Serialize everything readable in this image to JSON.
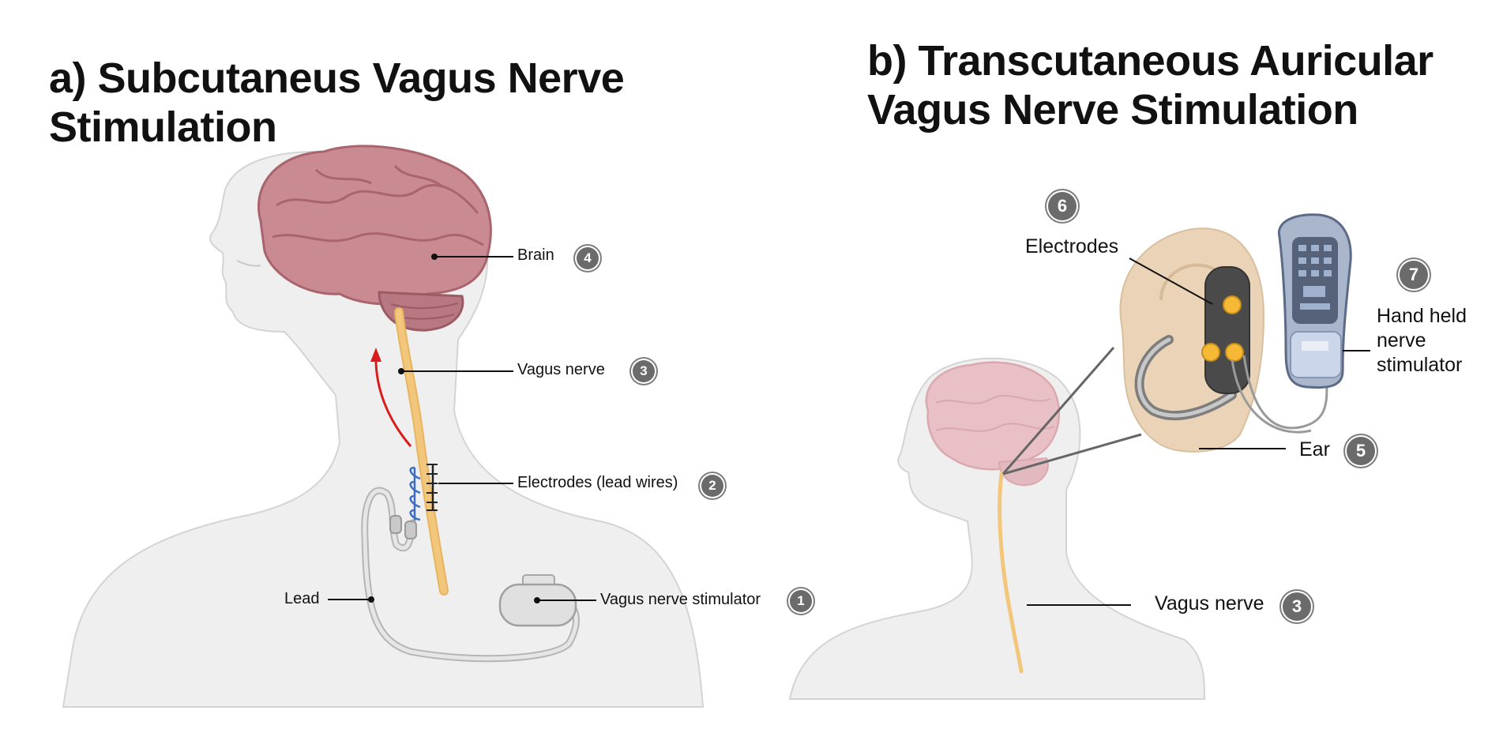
{
  "panel_a": {
    "title": "a) Subcutaneus Vagus Nerve Stimulation",
    "labels": {
      "brain": "Brain",
      "brain_num": "4",
      "vagus": "Vagus nerve",
      "vagus_num": "3",
      "electrodes": "Electrodes (lead wires)",
      "electrodes_num": "2",
      "lead": "Lead",
      "stimulator": "Vagus nerve stimulator",
      "stimulator_num": "1"
    }
  },
  "panel_b": {
    "title": "b) Transcutaneous Auricular Vagus Nerve Stimulation",
    "labels": {
      "electrodes": "Electrodes",
      "electrodes_num": "6",
      "handheld_1": "Hand held",
      "handheld_2": "nerve",
      "handheld_3": "stimulator",
      "handheld_num": "7",
      "ear": "Ear",
      "ear_num": "5",
      "vagus": "Vagus nerve",
      "vagus_num": "3"
    }
  },
  "colors": {
    "brain": "#c98a92",
    "brain_dark": "#a9646d",
    "nerve": "#f2c77c",
    "arrow": "#d91c1c",
    "body": "#efefef",
    "body_outline": "#cfcfcf",
    "ear": "#ead3b6",
    "electrode_pad": "#f5b935",
    "badge": "#6b6b6b"
  }
}
